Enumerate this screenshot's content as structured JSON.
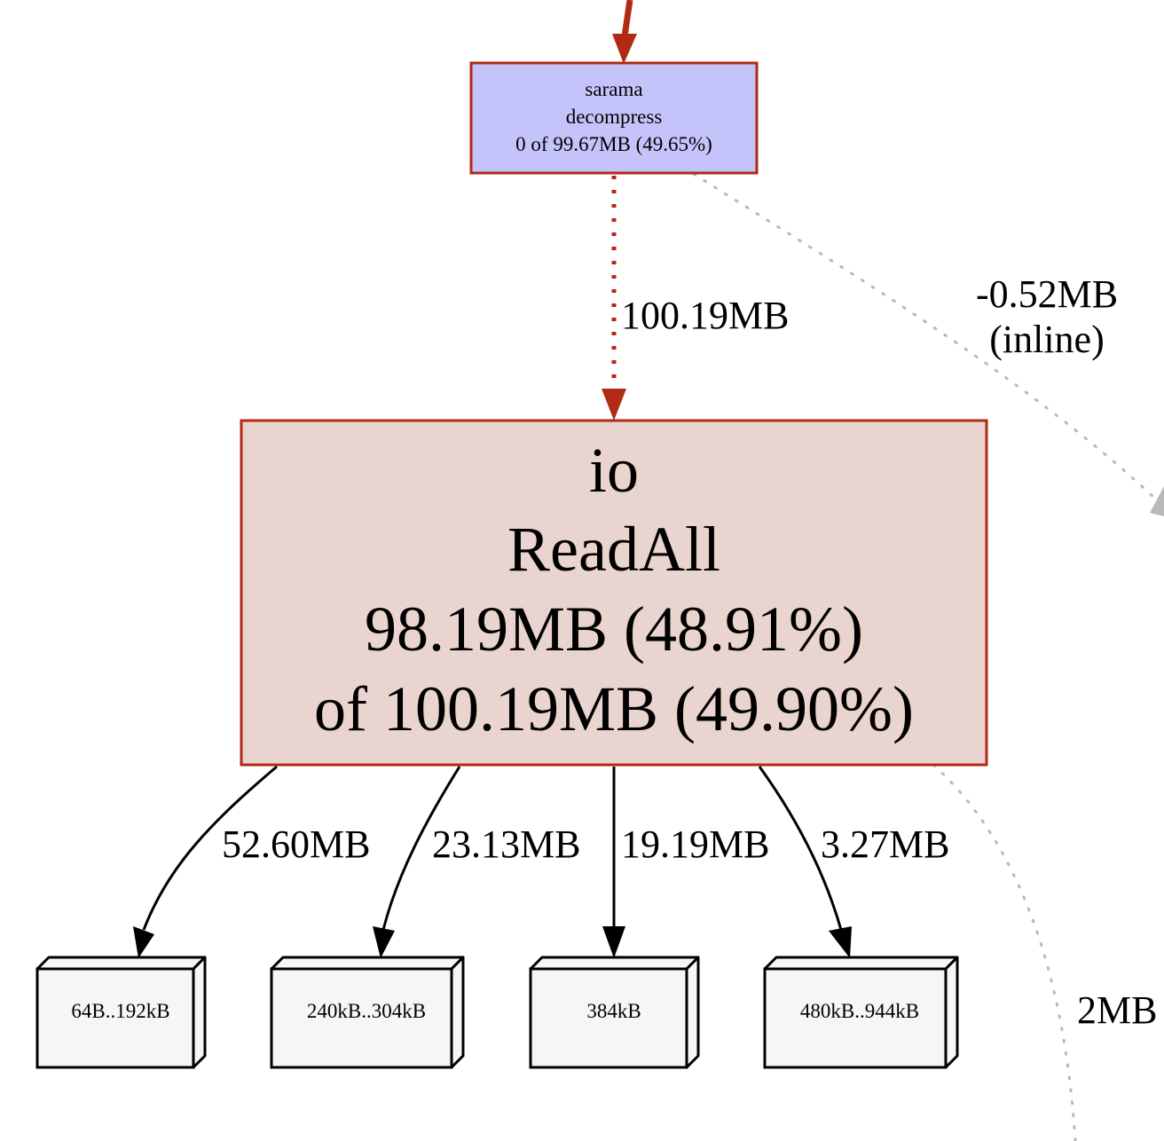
{
  "nodes": {
    "decompress": {
      "package": "sarama",
      "function": "decompress",
      "stats": "0 of 99.67MB (49.65%)",
      "fill": "#c4c4fb",
      "stroke": "#b22a14"
    },
    "readall": {
      "package": "io",
      "function": "ReadAll",
      "flat": "98.19MB (48.91%)",
      "cum": "of 100.19MB (49.90%)",
      "fill": "#ead4cf",
      "stroke": "#b22a14"
    },
    "size_1": {
      "label": "64B..192kB"
    },
    "size_2": {
      "label": "240kB..304kB"
    },
    "size_3": {
      "label": "384kB"
    },
    "size_4": {
      "label": "480kB..944kB"
    }
  },
  "edges": {
    "decompress_to_readall": "100.19MB",
    "decompress_inline": {
      "line1": "-0.52MB",
      "line2": "(inline)"
    },
    "readall_offscreen": "2MB",
    "to_size_1": "52.60MB",
    "to_size_2": "23.13MB",
    "to_size_3": "19.19MB",
    "to_size_4": "3.27MB"
  },
  "colors": {
    "hot_edge": "#b22a14",
    "cold_edge": "#b9b9b9",
    "size_box_fill": "#f6f6f6"
  }
}
